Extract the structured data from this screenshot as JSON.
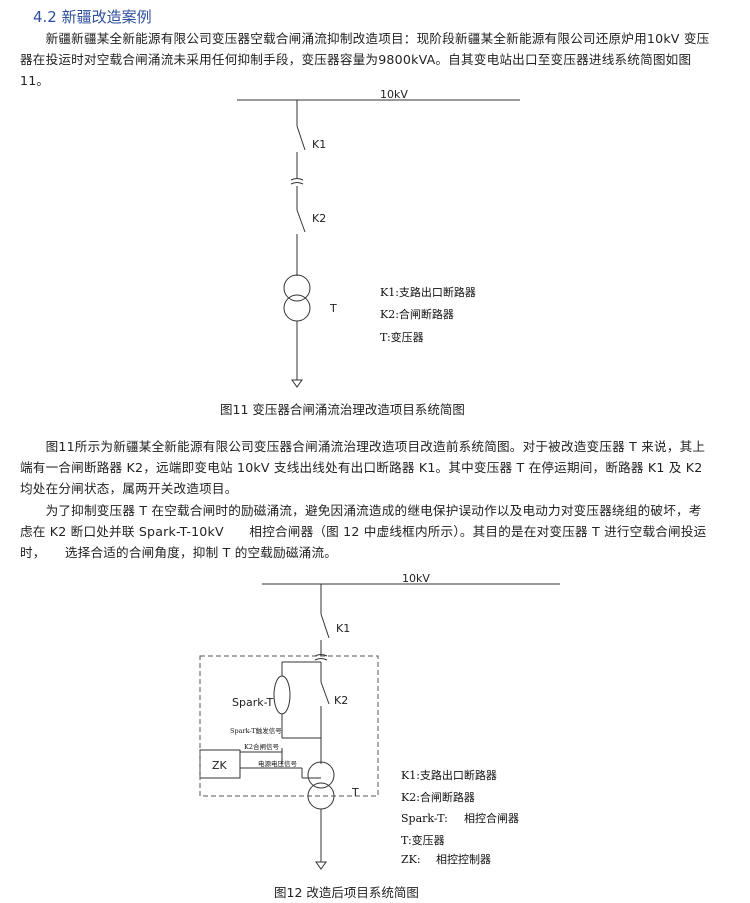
{
  "section": {
    "heading": "4.2 新疆改造案例"
  },
  "intro": "　　新疆新疆某全新能源有限公司变压器空载合闸涌流抑制改造项目：现阶段新疆某全新能源有限公司还原炉用10kV 变压器在投运时对空载合闸涌流未采用任何抑制手段，变压器容量为9800kVA。自其变电站出口至变压器进线系统简图如图11。",
  "fig11": {
    "bus_label": "10kV",
    "k1": "K1",
    "k2": "K2",
    "t": "T",
    "legend": [
      "K1:支路出口断路器",
      "K2:合闸断路器",
      "T:变压器"
    ],
    "caption": "图11  变压器合闸涌流治理改造项目系统简图"
  },
  "para2": "　　图11所示为新疆某全新能源有限公司变压器合闸涌流治理改造项目改造前系统简图。对于被改造变压器 T 来说，其上端有一合闸断路器 K2，远端即变电站 10kV 支线出线处有出口断路器 K1。其中变压器 T 在停运期间，断路器 K1 及 K2 均处在分闸状态，属两开关改造项目。",
  "para3": "　　为了抑制变压器 T 在空载合闸时的励磁涌流，避免因涌流造成的继电保护误动作以及电动力对变压器绕组的破坏，考虑在 K2 断口处并联 Spark-T-10kV　　相控合闸器（图 12 中虚线框内所示）。其目的是在对变压器 T 进行空载合闸投运时，　　选择合适的合闸角度，抑制 T 的空载励磁涌流。",
  "fig12": {
    "bus_label": "10kV",
    "k1": "K1",
    "k2": "K2",
    "t": "T",
    "spark": "Spark-T",
    "zk": "ZK",
    "sig_trigger": "Spark-T触发信号",
    "sig_close": "K2合闸信号",
    "sig_voltage": "电源电压信号",
    "legend": [
      "K1:支路出口断路器",
      "K2:合闸断路器",
      "Spark-T:",
      "相控合闸器",
      "T:变压器",
      "ZK:",
      "相控控制器"
    ],
    "caption": "图12  改造后项目系统简图"
  }
}
